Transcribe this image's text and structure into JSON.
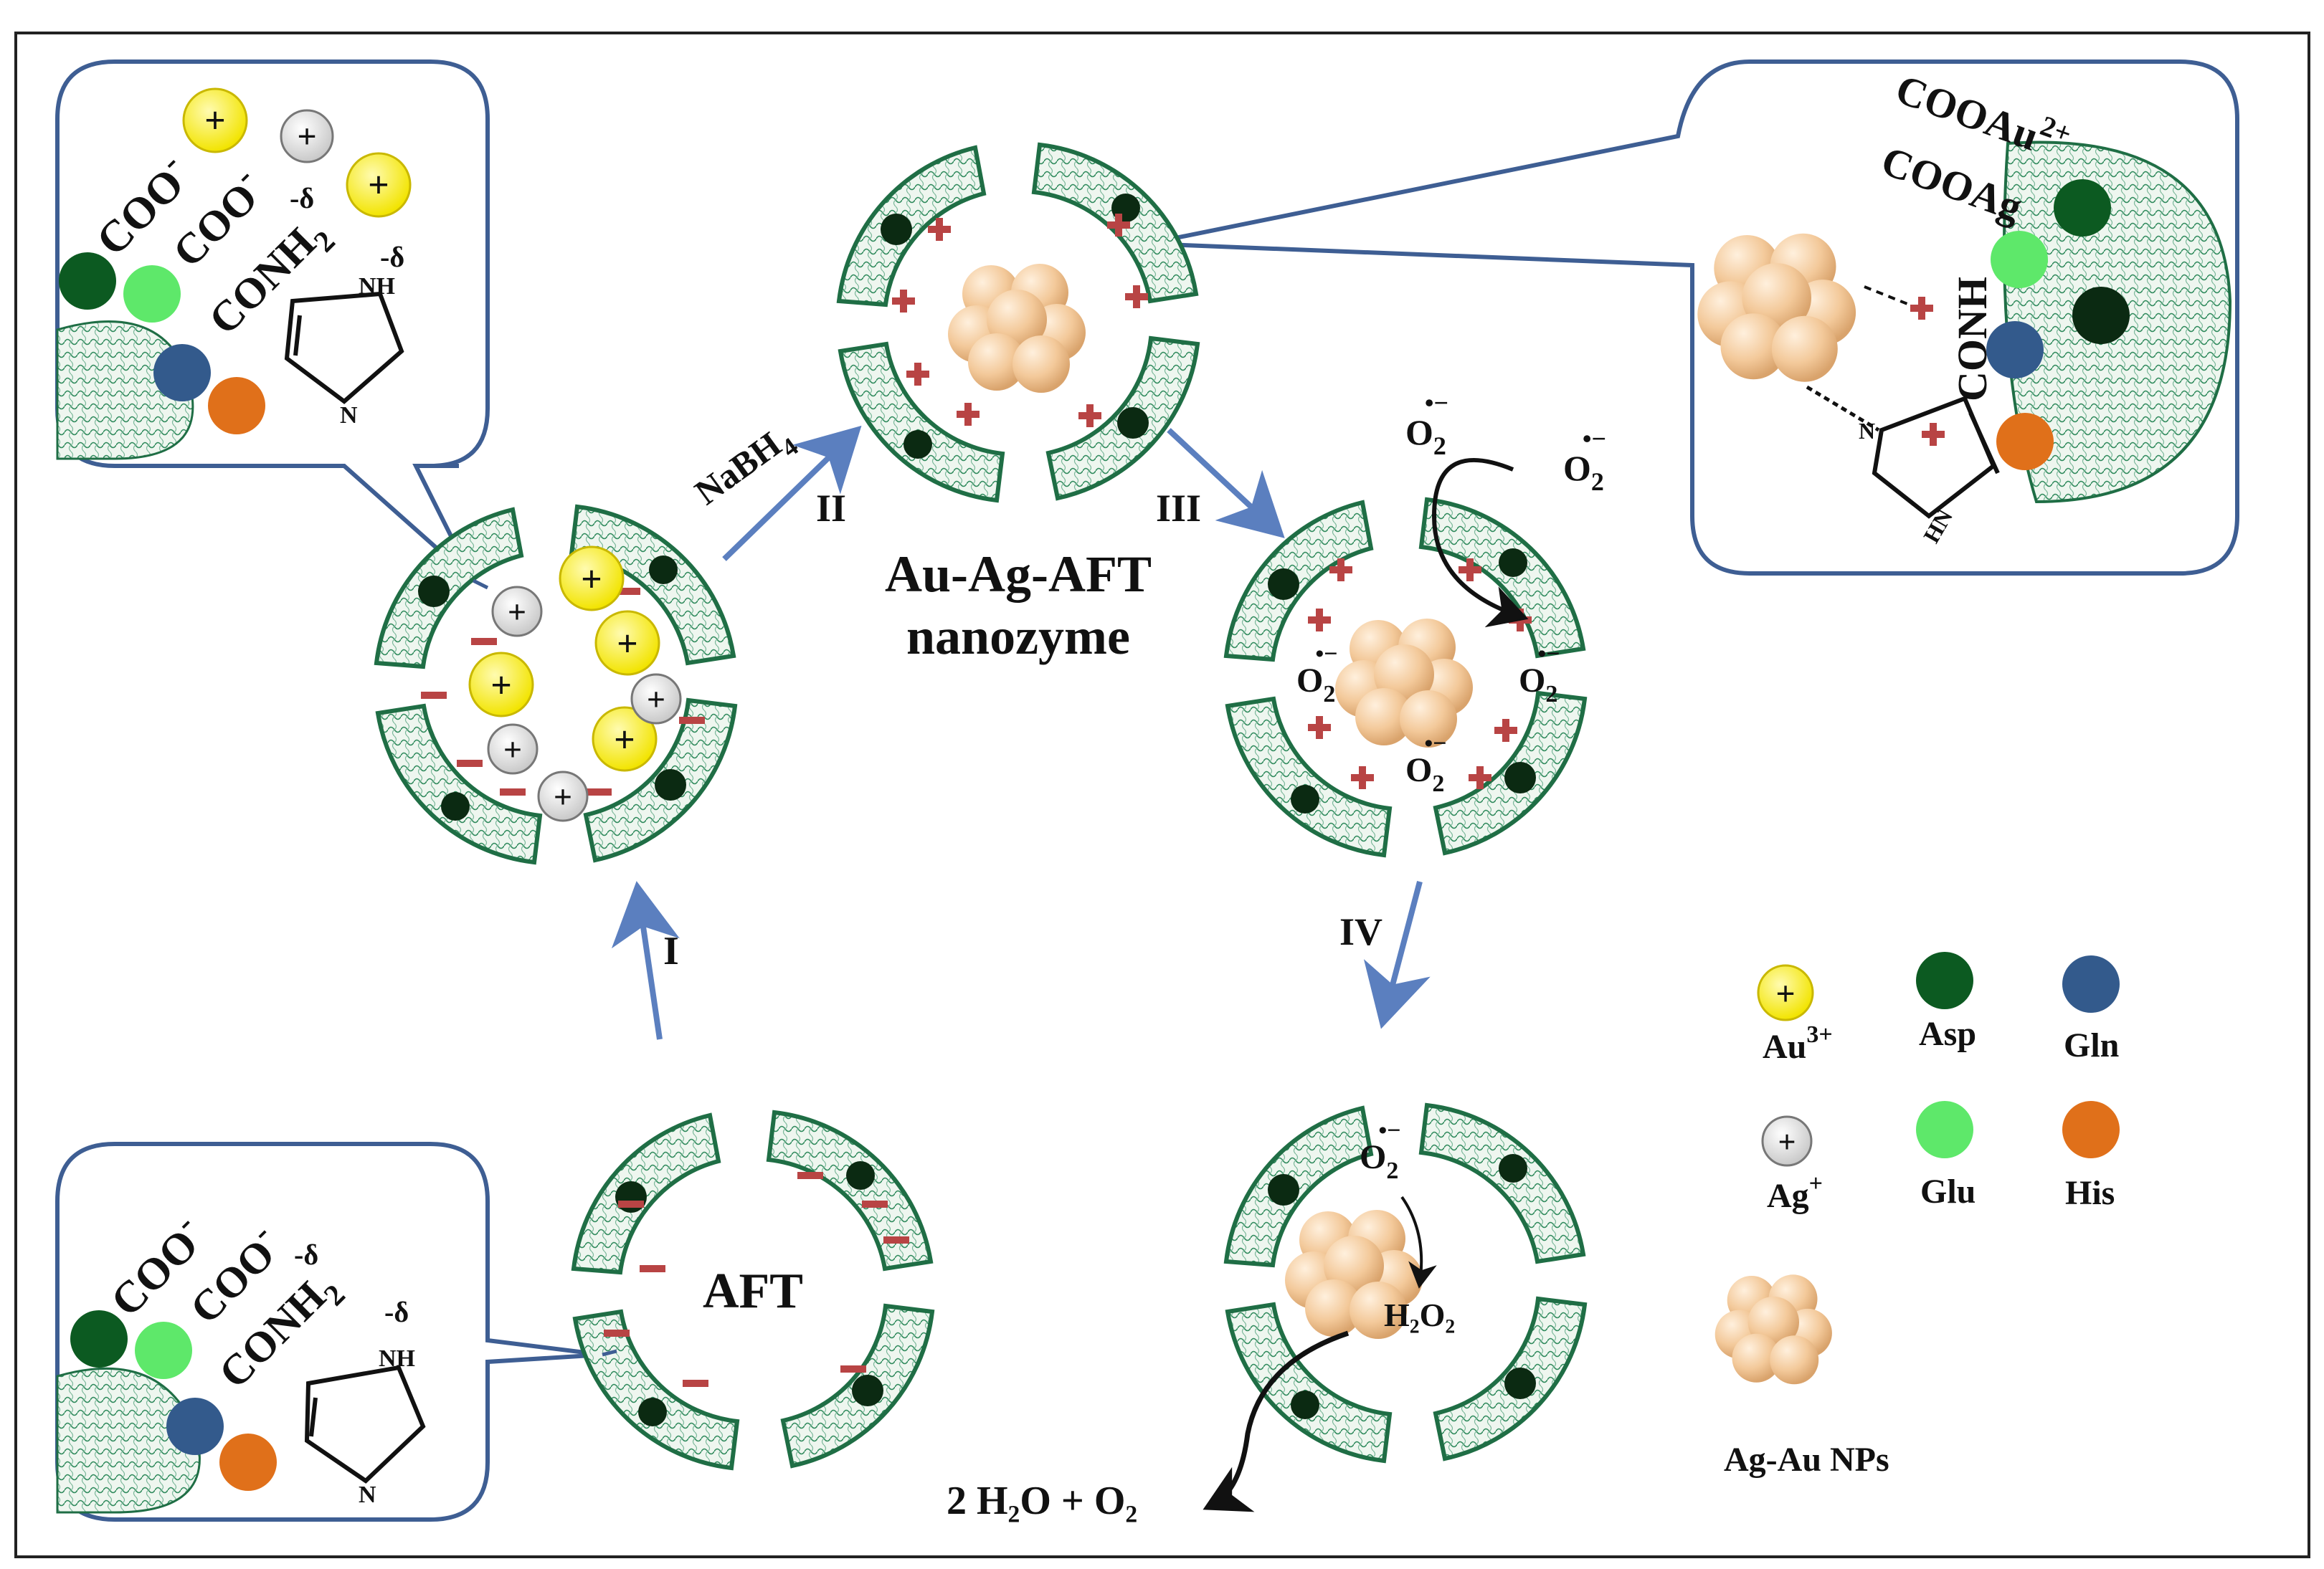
{
  "steps": {
    "step1": "I",
    "step2": "II",
    "step3": "III",
    "step4": "IV",
    "reagent": "NaBH",
    "reagent_sub": "4"
  },
  "labels": {
    "nanozyme_line1": "Au-Ag-AFT",
    "nanozyme_line2": "nanozyme",
    "aft": "AFT",
    "product": "2 H₂O + O₂",
    "o2": "O",
    "o2_sub": "2",
    "radical_mark": "•−",
    "h2o2": "H₂O₂"
  },
  "insets": {
    "coo": "COO",
    "coo_charge": "-",
    "conh2": "CONH",
    "conh2_sub": "2",
    "delta": "-δ",
    "nh": "NH",
    "n": "N",
    "hn": "HN",
    "cooau": "COOAu",
    "cooau_charge": "2+",
    "cooag": "COOAg",
    "conh": "CONH"
  },
  "ions": {
    "plus": "+",
    "minus": "−"
  },
  "legend": {
    "au_label": "Au",
    "au_charge": "3+",
    "ag_label": "Ag",
    "ag_charge": "+",
    "asp": "Asp",
    "gln": "Gln",
    "glu": "Glu",
    "his": "His",
    "nps": "Ag-Au NPs"
  },
  "colors": {
    "arrow": "#5b7fbf",
    "frame": "#3e5e93",
    "au_ion": "#f5ee12",
    "ag_ion": "#e6e6e6",
    "asp": "#0c5a21",
    "glu": "#5ee86a",
    "gln": "#335a8c",
    "his": "#e0701a",
    "np": "#f3c99a",
    "charge": "#b84444",
    "protein": "#2f8a5c"
  }
}
